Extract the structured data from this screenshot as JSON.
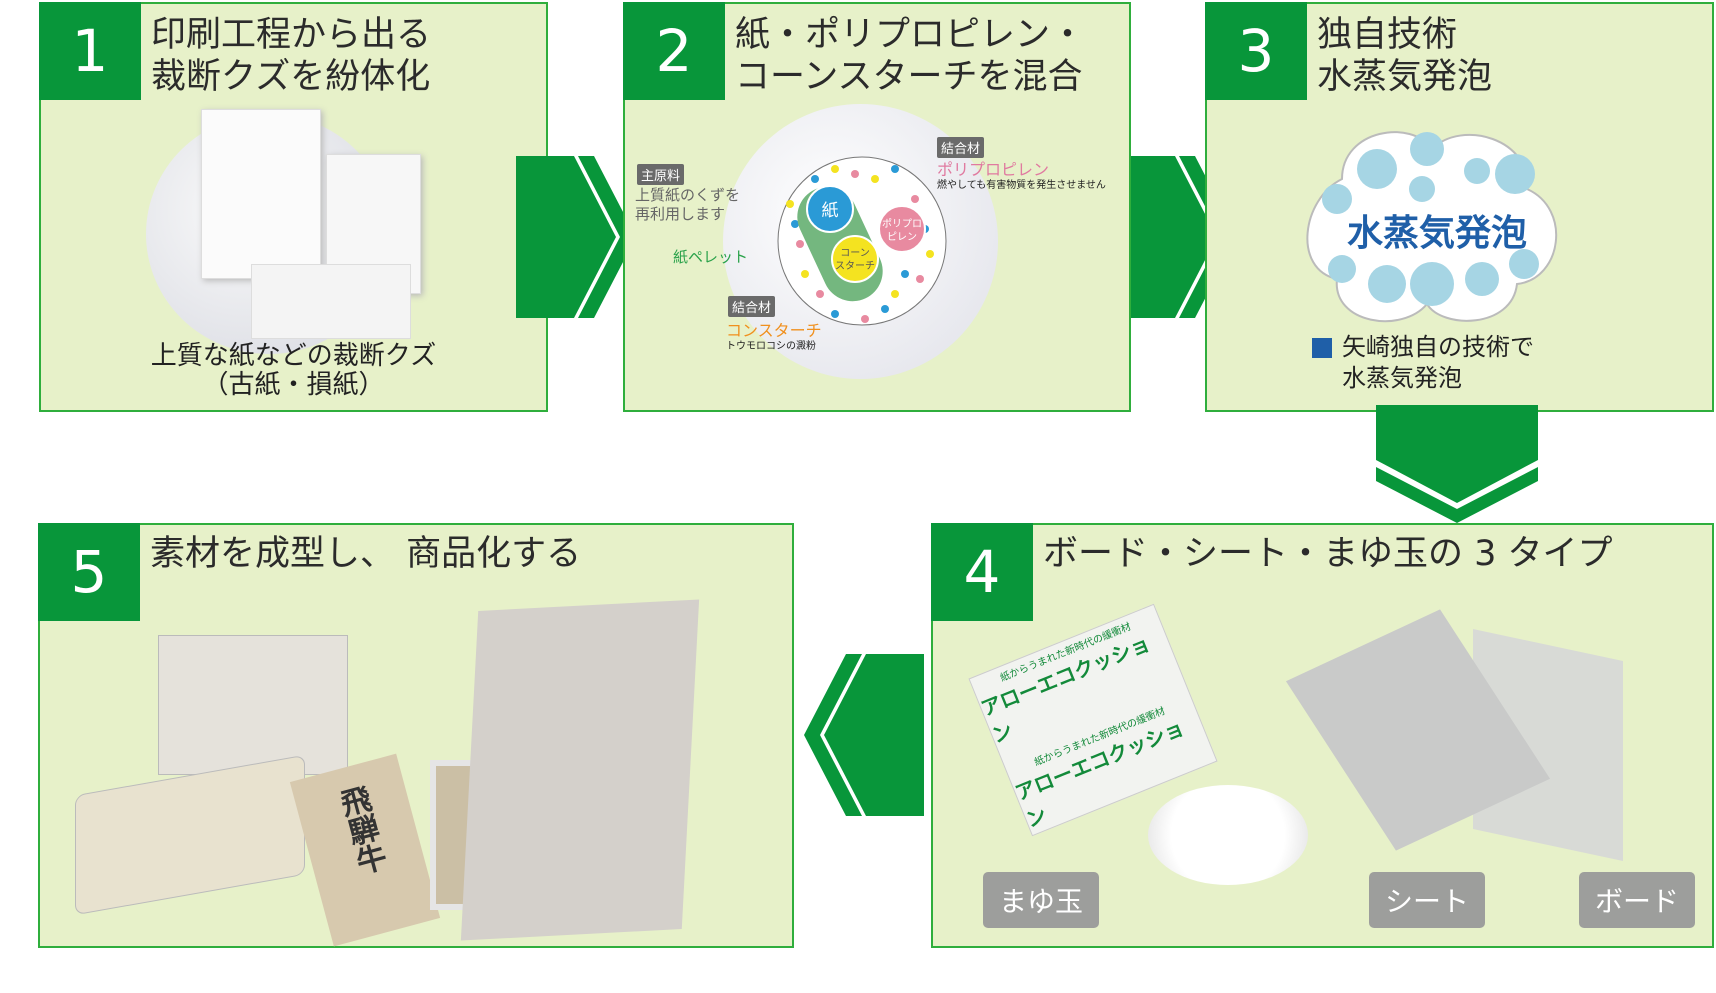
{
  "steps": [
    {
      "number": "1",
      "title_line1": "印刷工程から出る",
      "title_line2": "裁断クズを紛体化",
      "caption_line1": "上質な紙などの裁断クズ",
      "caption_line2": "（古紙・損紙）"
    },
    {
      "number": "2",
      "title_line1": "紙・ポリプロピレン・",
      "title_line2": "コーンスターチを混合",
      "main_tag": "主原料",
      "main_text_line1": "上質紙のくずを",
      "main_text_line2": "再利用します",
      "pellet_label": "紙ペレット",
      "paper_label": "紙",
      "pp_label_line1": "ポリプロ",
      "pp_label_line2": "ピレン",
      "corn_label_line1": "コーン",
      "corn_label_line2": "スターチ",
      "binder_tag": "結合材",
      "pp_name": "ポリプロピレン",
      "pp_note": "燃やしても有害物質を発生させません",
      "corn_name": "コンスターチ",
      "corn_note": "トウモロコシの澱粉"
    },
    {
      "number": "3",
      "title_line1": "独自技術",
      "title_line2": "水蒸気発泡",
      "cloud_text": "水蒸気発泡",
      "note_line1": "矢崎独自の技術で",
      "note_line2": "水蒸気発泡"
    },
    {
      "number": "4",
      "title": "ボード・シート・まゆ玉の 3 タイプ",
      "bag_sub": "紙からうまれた新時代の緩衝材",
      "bag_brand": "アローエコクッション",
      "types": [
        "まゆ玉",
        "シート",
        "ボード"
      ]
    },
    {
      "number": "5",
      "title": "素材を成型し、 商品化する",
      "box_text": "飛騨牛"
    }
  ],
  "colors": {
    "green": "#08963a",
    "panel": "#e7f1c9",
    "border": "#2fae3c",
    "pink": "#e07aa0",
    "orange": "#f0901e",
    "blue": "#1f5fa8"
  }
}
